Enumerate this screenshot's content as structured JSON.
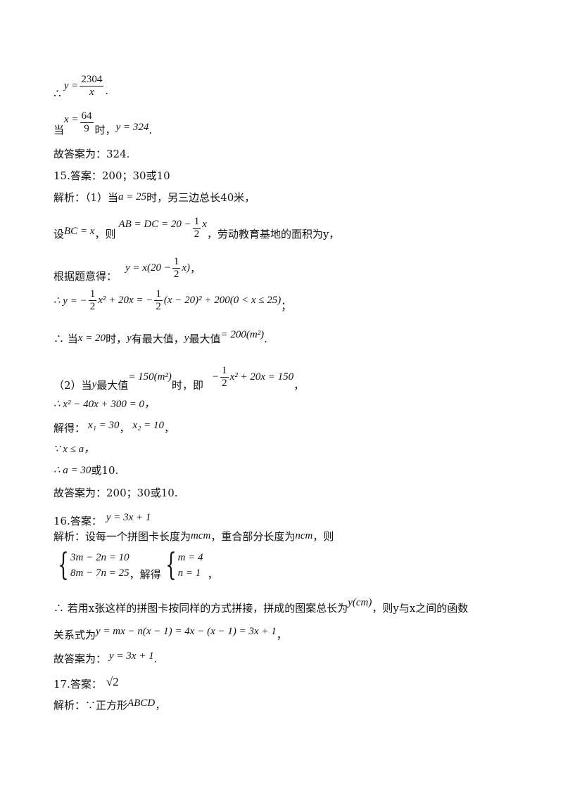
{
  "lines": {
    "l1": {
      "therefore": "∴",
      "expr": "y = ",
      "num": "2304",
      "den": "x",
      "end": "."
    },
    "l2": {
      "pre": "当",
      "x": "x = ",
      "num": "64",
      "den": "9",
      "mid": "时，",
      "expr": "y = 324",
      "end": "."
    },
    "l3": "故答案为：324.",
    "l4": "15.答案：200；30或10",
    "l5": {
      "pre": "解析：（1）当",
      "expr": "a = 25",
      "post": "时，另三边总长40米，"
    },
    "l6": {
      "pre": "设",
      "expr1": "BC = x",
      "mid": "，则",
      "expr2a": "AB = DC = 20 −",
      "num": "1",
      "den": "2",
      "expr2b": "x",
      "post": "，劳动教育基地的面积为y，"
    },
    "l7": {
      "pre": "根据题意得：",
      "expr_a": "y = x(20 −",
      "num": "1",
      "den": "2",
      "expr_b": "x)",
      "end": "，"
    },
    "l8": {
      "expr_a": "∴ y = −",
      "num1": "1",
      "den1": "2",
      "expr_b": "x² + 20x = −",
      "num2": "1",
      "den2": "2",
      "expr_c": "(x − 20)² + 200(0 < x ≤ 25)",
      "end": "；"
    },
    "l9": {
      "pre": "∴ 当",
      "expr1": "x = 20",
      "mid1": "时，",
      "y1": "y",
      "mid2": "有最大值，",
      "y2": "y",
      "mid3": "最大值",
      "expr2": "= 200(m²)",
      "end": "."
    },
    "l10": {
      "pre": "（2）当",
      "y": "y",
      "mid1": "最大值",
      "expr1": "= 150(m²)",
      "mid2": "时，即",
      "expr2a": "−",
      "num": "1",
      "den": "2",
      "expr2b": "x² + 20x = 150",
      "end": "，"
    },
    "l11": "∴ x² − 40x + 300 = 0，",
    "l12": {
      "pre": "解得：",
      "expr1": "x₁ = 30",
      "mid": "，",
      "expr2": "x₂ = 10",
      "end": "，"
    },
    "l13": "∵ x ≤ a，",
    "l14": {
      "expr": "∴ a = 30",
      "post": "或10."
    },
    "l15": "故答案为：200；30或10.",
    "l16": {
      "pre": "16.答案：",
      "expr": "y = 3x + 1"
    },
    "l17": {
      "pre": "解析：设每一个拼图卡长度为",
      "e1": "mcm",
      "mid": "，重合部分长度为",
      "e2": "ncm",
      "post": "，则"
    },
    "l18": {
      "sys1a": "3m − 2n = 10",
      "sys1b": "8m − 7n = 25",
      "mid": "，解得",
      "sys2a": "m = 4",
      "sys2b": "n = 1",
      "end": "，"
    },
    "l19": {
      "pre": "∴ 若用x张这样的拼图卡按同样的方式拼接，拼成的图案总长为",
      "expr": "y(cm)",
      "post": "，则y与x之间的函数"
    },
    "l20": {
      "pre": "关系式为",
      "expr": "y = mx − n(x − 1) = 4x − (x − 1) = 3x + 1",
      "end": "，"
    },
    "l21": {
      "pre": "故答案为：",
      "expr": "y = 3x + 1",
      "end": "."
    },
    "l22": {
      "pre": "17.答案：",
      "expr": "√2"
    },
    "l23": {
      "pre": "解析：∵正方形",
      "expr": "ABCD",
      "end": "，"
    }
  }
}
